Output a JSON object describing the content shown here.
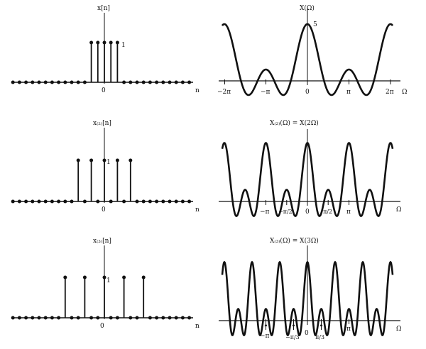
{
  "diagram": {
    "rows": [
      {
        "seq": {
          "title": "x[n]",
          "expansion": 1,
          "height_label": "1",
          "origin_label": "0",
          "axis_label": "n"
        },
        "spec": {
          "title": "X(Ω)",
          "peak_label": "5",
          "axis_label": "Ω",
          "ticks": [
            "−2π",
            "−π",
            "0",
            "π",
            "2π"
          ]
        }
      },
      {
        "seq": {
          "title": "x₍₂₎[n]",
          "expansion": 2,
          "height_label": "1",
          "origin_label": "0",
          "axis_label": "n"
        },
        "spec": {
          "title": "X₍₂₎(Ω) = X(2Ω)",
          "axis_label": "Ω",
          "ticks": [
            "−π",
            "−π/2",
            "0",
            "π/2",
            "π"
          ]
        }
      },
      {
        "seq": {
          "title": "x₍₃₎[n]",
          "expansion": 3,
          "height_label": "1",
          "origin_label": "0",
          "axis_label": "n"
        },
        "spec": {
          "title": "X₍₃₎(Ω) = X(3Ω)",
          "axis_label": "Ω",
          "ticks": [
            "−π",
            "−π/3",
            "0",
            "π/3",
            "π"
          ]
        }
      }
    ]
  }
}
